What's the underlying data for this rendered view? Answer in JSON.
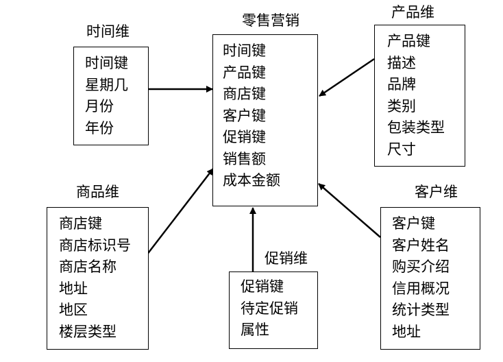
{
  "fact": {
    "title": "零售营销",
    "attributes": [
      "时间键",
      "产品键",
      "商店键",
      "客户键",
      "促销键",
      "销售额",
      "成本金额"
    ]
  },
  "dimensions": [
    {
      "id": "time",
      "title": "时间维",
      "attributes": [
        "时间键",
        "星期几",
        "月份",
        "年份"
      ]
    },
    {
      "id": "product",
      "title": "产品维",
      "attributes": [
        "产品键",
        "描述",
        "品牌",
        "类别",
        "包装类型",
        "尺寸"
      ]
    },
    {
      "id": "store",
      "title": "商品维",
      "attributes": [
        "商店键",
        "商店标识号",
        "商店名称",
        "地址",
        "地区",
        "楼层类型"
      ]
    },
    {
      "id": "promotion",
      "title": "促销维",
      "attributes": [
        "促销键",
        "待定促销",
        "属性"
      ]
    },
    {
      "id": "customer",
      "title": "客户维",
      "attributes": [
        "客户键",
        "客户姓名",
        "购买介绍",
        "信用概况",
        "统计类型",
        "地址"
      ]
    }
  ]
}
